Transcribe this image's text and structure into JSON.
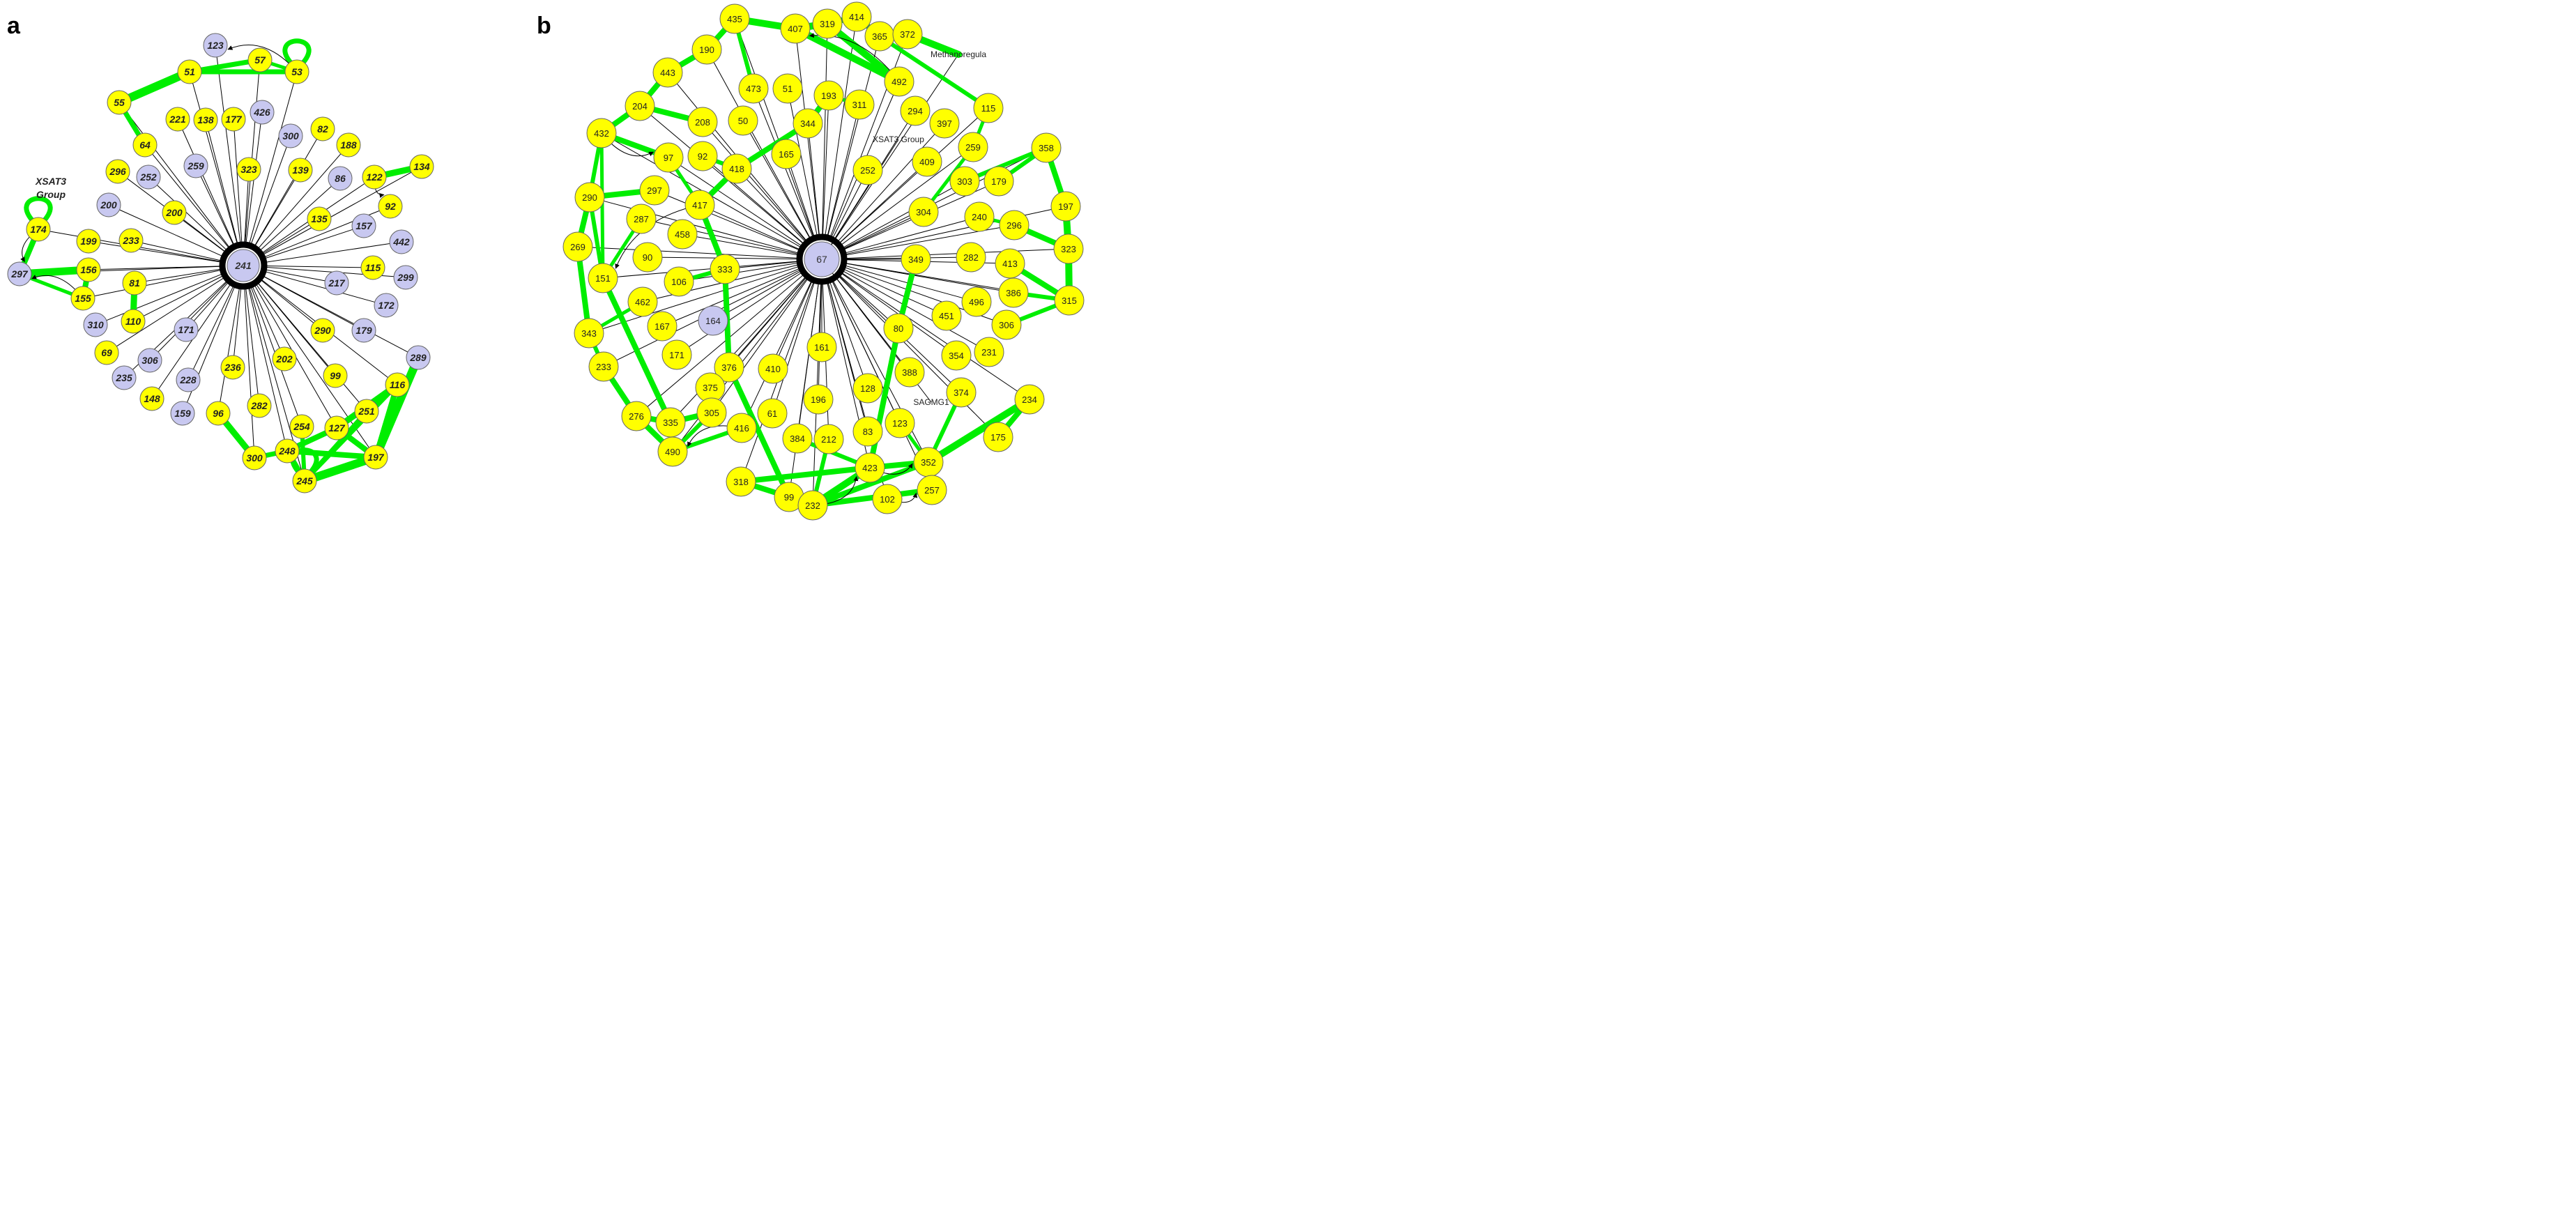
{
  "colors": {
    "yellow_node": "#ffff00",
    "lavender_node": "#c8c8f0",
    "node_stroke": "#666666",
    "green_edge": "#00ee00",
    "black_edge": "#000000"
  },
  "panels": [
    {
      "letter": "a",
      "hub": {
        "label": "241",
        "kind": "lavender"
      },
      "nodes": [
        {
          "id": "123",
          "kind": "lavender"
        },
        {
          "id": "57",
          "kind": "yellow"
        },
        {
          "id": "53",
          "kind": "yellow"
        },
        {
          "id": "51",
          "kind": "yellow"
        },
        {
          "id": "55",
          "kind": "yellow"
        },
        {
          "id": "221",
          "kind": "yellow"
        },
        {
          "id": "138",
          "kind": "yellow"
        },
        {
          "id": "177",
          "kind": "yellow"
        },
        {
          "id": "426",
          "kind": "lavender"
        },
        {
          "id": "64",
          "kind": "yellow"
        },
        {
          "id": "300a",
          "label": "300",
          "kind": "lavender"
        },
        {
          "id": "82",
          "kind": "yellow"
        },
        {
          "id": "188",
          "kind": "yellow"
        },
        {
          "id": "134",
          "kind": "yellow"
        },
        {
          "id": "296",
          "kind": "yellow"
        },
        {
          "id": "252",
          "kind": "lavender"
        },
        {
          "id": "259",
          "kind": "lavender"
        },
        {
          "id": "323",
          "kind": "yellow"
        },
        {
          "id": "139",
          "kind": "yellow"
        },
        {
          "id": "86",
          "kind": "lavender"
        },
        {
          "id": "122",
          "kind": "yellow"
        },
        {
          "id": "200a",
          "label": "200",
          "kind": "lavender"
        },
        {
          "id": "200b",
          "label": "200",
          "kind": "yellow"
        },
        {
          "id": "92",
          "kind": "yellow"
        },
        {
          "id": "135",
          "kind": "yellow"
        },
        {
          "id": "157",
          "kind": "lavender"
        },
        {
          "id": "174",
          "kind": "yellow"
        },
        {
          "id": "199",
          "kind": "yellow"
        },
        {
          "id": "233",
          "kind": "yellow"
        },
        {
          "id": "442",
          "kind": "lavender"
        },
        {
          "id": "297",
          "kind": "lavender"
        },
        {
          "id": "156",
          "kind": "yellow"
        },
        {
          "id": "115",
          "kind": "yellow"
        },
        {
          "id": "299",
          "kind": "lavender"
        },
        {
          "id": "81",
          "kind": "yellow"
        },
        {
          "id": "217",
          "kind": "lavender"
        },
        {
          "id": "155",
          "kind": "yellow"
        },
        {
          "id": "172",
          "kind": "lavender"
        },
        {
          "id": "110",
          "kind": "yellow"
        },
        {
          "id": "310",
          "kind": "lavender"
        },
        {
          "id": "171",
          "kind": "lavender"
        },
        {
          "id": "290",
          "kind": "yellow"
        },
        {
          "id": "179",
          "kind": "lavender"
        },
        {
          "id": "69",
          "kind": "yellow"
        },
        {
          "id": "289",
          "kind": "lavender"
        },
        {
          "id": "306",
          "kind": "lavender"
        },
        {
          "id": "202",
          "kind": "yellow"
        },
        {
          "id": "236",
          "kind": "yellow"
        },
        {
          "id": "235",
          "kind": "lavender"
        },
        {
          "id": "228",
          "kind": "lavender"
        },
        {
          "id": "99",
          "kind": "yellow"
        },
        {
          "id": "116",
          "kind": "yellow"
        },
        {
          "id": "148",
          "kind": "yellow"
        },
        {
          "id": "159",
          "kind": "lavender"
        },
        {
          "id": "96",
          "kind": "yellow"
        },
        {
          "id": "282",
          "kind": "yellow"
        },
        {
          "id": "254",
          "kind": "yellow"
        },
        {
          "id": "251",
          "kind": "yellow"
        },
        {
          "id": "127",
          "kind": "yellow"
        },
        {
          "id": "300b",
          "label": "300",
          "kind": "yellow"
        },
        {
          "id": "248",
          "kind": "yellow"
        },
        {
          "id": "197",
          "kind": "yellow"
        },
        {
          "id": "245",
          "kind": "yellow"
        }
      ],
      "green_edges": [
        [
          "55",
          "51",
          12
        ],
        [
          "51",
          "57",
          7
        ],
        [
          "51",
          "53",
          7
        ],
        [
          "57",
          "53",
          5
        ],
        [
          "55",
          "64",
          7
        ],
        [
          "122",
          "134",
          9
        ],
        [
          "174",
          "297",
          8
        ],
        [
          "297",
          "156",
          11
        ],
        [
          "156",
          "155",
          8
        ],
        [
          "155",
          "297",
          5
        ],
        [
          "81",
          "110",
          9
        ],
        [
          "96",
          "300b",
          9
        ],
        [
          "300b",
          "248",
          7
        ],
        [
          "248",
          "245",
          8
        ],
        [
          "248",
          "197",
          8
        ],
        [
          "245",
          "197",
          12
        ],
        [
          "127",
          "197",
          8
        ],
        [
          "127",
          "248",
          8
        ],
        [
          "127",
          "116",
          9
        ],
        [
          "116",
          "197",
          8
        ],
        [
          "116",
          "245",
          6
        ],
        [
          "289",
          "197",
          12
        ],
        [
          "251",
          "245",
          6
        ],
        [
          "254",
          "245",
          6
        ],
        [
          "251",
          "116",
          8
        ]
      ],
      "green_loops": [
        "174",
        "53",
        "245"
      ],
      "curved_arrows": [
        [
          "155",
          "297"
        ],
        [
          "174",
          "297"
        ],
        [
          "53",
          "123"
        ],
        [
          "122",
          "92"
        ]
      ],
      "label_texts": [
        {
          "text": "XSAT3",
          "near": "174"
        },
        {
          "text": "Group",
          "near": "174"
        }
      ]
    },
    {
      "letter": "b",
      "hub": {
        "label": "67",
        "kind": "lavender"
      },
      "nodes": [
        {
          "id": "435",
          "kind": "yellow"
        },
        {
          "id": "407",
          "kind": "yellow"
        },
        {
          "id": "319",
          "kind": "yellow"
        },
        {
          "id": "414",
          "kind": "yellow"
        },
        {
          "id": "365",
          "kind": "yellow"
        },
        {
          "id": "372",
          "kind": "yellow"
        },
        {
          "id": "190",
          "kind": "yellow"
        },
        {
          "id": "443",
          "kind": "yellow"
        },
        {
          "id": "492",
          "kind": "yellow"
        },
        {
          "id": "473",
          "kind": "yellow"
        },
        {
          "id": "51",
          "kind": "yellow"
        },
        {
          "id": "193",
          "kind": "yellow"
        },
        {
          "id": "311",
          "kind": "yellow"
        },
        {
          "id": "115",
          "kind": "yellow"
        },
        {
          "id": "204",
          "kind": "yellow"
        },
        {
          "id": "208",
          "kind": "yellow"
        },
        {
          "id": "50",
          "kind": "yellow"
        },
        {
          "id": "344",
          "kind": "yellow"
        },
        {
          "id": "294",
          "kind": "yellow"
        },
        {
          "id": "397",
          "kind": "yellow"
        },
        {
          "id": "432",
          "kind": "yellow"
        },
        {
          "id": "165",
          "kind": "yellow"
        },
        {
          "id": "259",
          "kind": "yellow"
        },
        {
          "id": "358",
          "kind": "yellow"
        },
        {
          "id": "97",
          "kind": "yellow"
        },
        {
          "id": "92",
          "kind": "yellow"
        },
        {
          "id": "418",
          "kind": "yellow"
        },
        {
          "id": "409",
          "kind": "yellow"
        },
        {
          "id": "252",
          "kind": "yellow"
        },
        {
          "id": "303",
          "kind": "yellow"
        },
        {
          "id": "179",
          "kind": "yellow"
        },
        {
          "id": "290",
          "kind": "yellow"
        },
        {
          "id": "297",
          "kind": "yellow"
        },
        {
          "id": "417",
          "kind": "yellow"
        },
        {
          "id": "197",
          "kind": "yellow"
        },
        {
          "id": "287",
          "kind": "yellow"
        },
        {
          "id": "458",
          "kind": "yellow"
        },
        {
          "id": "304",
          "kind": "yellow"
        },
        {
          "id": "240",
          "kind": "yellow"
        },
        {
          "id": "296",
          "kind": "yellow"
        },
        {
          "id": "269",
          "kind": "yellow"
        },
        {
          "id": "323",
          "kind": "yellow"
        },
        {
          "id": "90",
          "kind": "yellow"
        },
        {
          "id": "333",
          "kind": "yellow"
        },
        {
          "id": "349",
          "kind": "yellow"
        },
        {
          "id": "282",
          "kind": "yellow"
        },
        {
          "id": "413",
          "kind": "yellow"
        },
        {
          "id": "151",
          "kind": "yellow"
        },
        {
          "id": "106",
          "kind": "yellow"
        },
        {
          "id": "386",
          "kind": "yellow"
        },
        {
          "id": "315",
          "kind": "yellow"
        },
        {
          "id": "462",
          "kind": "yellow"
        },
        {
          "id": "496",
          "kind": "yellow"
        },
        {
          "id": "164",
          "kind": "lavender"
        },
        {
          "id": "451",
          "kind": "yellow"
        },
        {
          "id": "167",
          "kind": "yellow"
        },
        {
          "id": "80",
          "kind": "yellow"
        },
        {
          "id": "306",
          "kind": "yellow"
        },
        {
          "id": "343",
          "kind": "yellow"
        },
        {
          "id": "171",
          "kind": "yellow"
        },
        {
          "id": "161",
          "kind": "yellow"
        },
        {
          "id": "354",
          "kind": "yellow"
        },
        {
          "id": "231",
          "kind": "yellow"
        },
        {
          "id": "233",
          "kind": "yellow"
        },
        {
          "id": "376",
          "kind": "yellow"
        },
        {
          "id": "410",
          "kind": "yellow"
        },
        {
          "id": "388",
          "kind": "yellow"
        },
        {
          "id": "375",
          "kind": "yellow"
        },
        {
          "id": "128",
          "kind": "yellow"
        },
        {
          "id": "196",
          "kind": "yellow"
        },
        {
          "id": "374",
          "kind": "yellow"
        },
        {
          "id": "234",
          "kind": "yellow"
        },
        {
          "id": "276",
          "kind": "yellow"
        },
        {
          "id": "305",
          "kind": "yellow"
        },
        {
          "id": "61",
          "kind": "yellow"
        },
        {
          "id": "335",
          "kind": "yellow"
        },
        {
          "id": "416",
          "kind": "yellow"
        },
        {
          "id": "83",
          "kind": "yellow"
        },
        {
          "id": "123",
          "kind": "yellow"
        },
        {
          "id": "384",
          "kind": "yellow"
        },
        {
          "id": "212",
          "kind": "yellow"
        },
        {
          "id": "175",
          "kind": "yellow"
        },
        {
          "id": "490",
          "kind": "yellow"
        },
        {
          "id": "352",
          "kind": "yellow"
        },
        {
          "id": "423",
          "kind": "yellow"
        },
        {
          "id": "318",
          "kind": "yellow"
        },
        {
          "id": "257",
          "kind": "yellow"
        },
        {
          "id": "99",
          "kind": "yellow"
        },
        {
          "id": "102",
          "kind": "yellow"
        },
        {
          "id": "232",
          "kind": "yellow"
        }
      ],
      "green_edges": [
        [
          "435",
          "407",
          10
        ],
        [
          "407",
          "319",
          10
        ],
        [
          "319",
          "414",
          8
        ],
        [
          "414",
          "365",
          8
        ],
        [
          "365",
          "372",
          8
        ],
        [
          "372",
          "Methanoregula",
          10
        ],
        [
          "435",
          "190",
          8
        ],
        [
          "190",
          "443",
          8
        ],
        [
          "443",
          "204",
          8
        ],
        [
          "204",
          "432",
          8
        ],
        [
          "204",
          "208",
          8
        ],
        [
          "432",
          "97",
          8
        ],
        [
          "432",
          "290",
          6
        ],
        [
          "432",
          "151",
          5
        ],
        [
          "290",
          "269",
          8
        ],
        [
          "290",
          "297",
          8
        ],
        [
          "290",
          "151",
          6
        ],
        [
          "269",
          "343",
          8
        ],
        [
          "343",
          "233",
          6
        ],
        [
          "233",
          "276",
          8
        ],
        [
          "276",
          "490",
          8
        ],
        [
          "276",
          "335",
          8
        ],
        [
          "335",
          "305",
          8
        ],
        [
          "305",
          "490",
          6
        ],
        [
          "490",
          "416",
          6
        ],
        [
          "151",
          "335",
          8
        ],
        [
          "151",
          "287",
          5
        ],
        [
          "417",
          "418",
          8
        ],
        [
          "418",
          "344",
          8
        ],
        [
          "344",
          "193",
          8
        ],
        [
          "418",
          "92",
          6
        ],
        [
          "417",
          "97",
          5
        ],
        [
          "417",
          "333",
          8
        ],
        [
          "333",
          "376",
          8
        ],
        [
          "106",
          "333",
          6
        ],
        [
          "462",
          "343",
          5
        ],
        [
          "376",
          "99",
          8
        ],
        [
          "318",
          "99",
          8
        ],
        [
          "99",
          "232",
          8
        ],
        [
          "232",
          "423",
          10
        ],
        [
          "232",
          "352",
          8
        ],
        [
          "232",
          "257",
          8
        ],
        [
          "423",
          "318",
          8
        ],
        [
          "423",
          "352",
          8
        ],
        [
          "423",
          "384",
          6
        ],
        [
          "352",
          "234",
          10
        ],
        [
          "234",
          "175",
          8
        ],
        [
          "352",
          "374",
          6
        ],
        [
          "349",
          "80",
          8
        ],
        [
          "80",
          "423",
          8
        ],
        [
          "358",
          "179",
          6
        ],
        [
          "358",
          "303",
          6
        ],
        [
          "358",
          "197",
          8
        ],
        [
          "197",
          "323",
          10
        ],
        [
          "323",
          "315",
          10
        ],
        [
          "296",
          "323",
          8
        ],
        [
          "413",
          "315",
          8
        ],
        [
          "386",
          "315",
          6
        ],
        [
          "306",
          "315",
          6
        ],
        [
          "296",
          "240",
          5
        ],
        [
          "407",
          "492",
          10
        ],
        [
          "319",
          "492",
          10
        ],
        [
          "115",
          "365",
          6
        ],
        [
          "115",
          "259",
          5
        ],
        [
          "259",
          "304",
          5
        ],
        [
          "473",
          "435",
          6
        ],
        [
          "311",
          "193",
          5
        ],
        [
          "232",
          "212",
          6
        ],
        [
          "375",
          "305",
          6
        ],
        [
          "123",
          "352",
          5
        ]
      ],
      "curved_arrows": [
        [
          "417",
          "151"
        ],
        [
          "492",
          "407"
        ],
        [
          "432",
          "97"
        ],
        [
          "423",
          "352"
        ],
        [
          "102",
          "257"
        ],
        [
          "232",
          "423"
        ],
        [
          "416",
          "490"
        ]
      ],
      "text_labels": [
        {
          "text": "Methanoregula",
          "id": "Methanoregula"
        },
        {
          "text": "XSAT3 Group",
          "id": "XSAT3Group"
        },
        {
          "text": "SAGMG1",
          "id": "SAGMG1"
        }
      ]
    }
  ]
}
